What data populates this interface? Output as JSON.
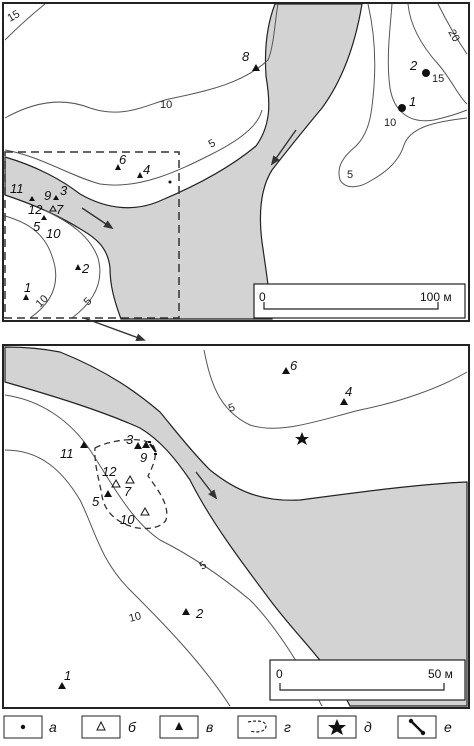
{
  "top_map": {
    "contours": {
      "c15_top": "15",
      "c20": "20",
      "c15_right": "15",
      "c10_right": "10",
      "c5_right": "5",
      "c10_left": "10",
      "c5_left": "5",
      "c10_bl": "10",
      "c5_bl": "5"
    },
    "points": {
      "p1": "1",
      "p2": "2",
      "p8": "8",
      "p6": "6",
      "p4": "4",
      "p11": "11",
      "p9": "9",
      "p3": "3",
      "p12": "12",
      "p7": "7",
      "p5": "5",
      "p10": "10",
      "p2b": "2",
      "p1b": "1"
    },
    "scale": {
      "start": "0",
      "end": "100 м"
    }
  },
  "bottom_map": {
    "contours": {
      "c5_upper": "5",
      "c5_lower": "5",
      "c10": "10"
    },
    "points": {
      "p6": "6",
      "p4": "4",
      "p11": "11",
      "p3": "3",
      "p9": "9",
      "p12": "12",
      "p7": "7",
      "p5": "5",
      "p10": "10",
      "p2": "2",
      "p1": "1"
    },
    "scale": {
      "start": "0",
      "end": "50 м"
    }
  },
  "legend": [
    {
      "symbol": "dot-icon",
      "label": "а"
    },
    {
      "symbol": "open-triangle-icon",
      "label": "б"
    },
    {
      "symbol": "filled-triangle-icon",
      "label": "в"
    },
    {
      "symbol": "dashed-outline-icon",
      "label": "г"
    },
    {
      "symbol": "star-icon",
      "label": "д"
    },
    {
      "symbol": "bone-icon",
      "label": "е"
    }
  ]
}
